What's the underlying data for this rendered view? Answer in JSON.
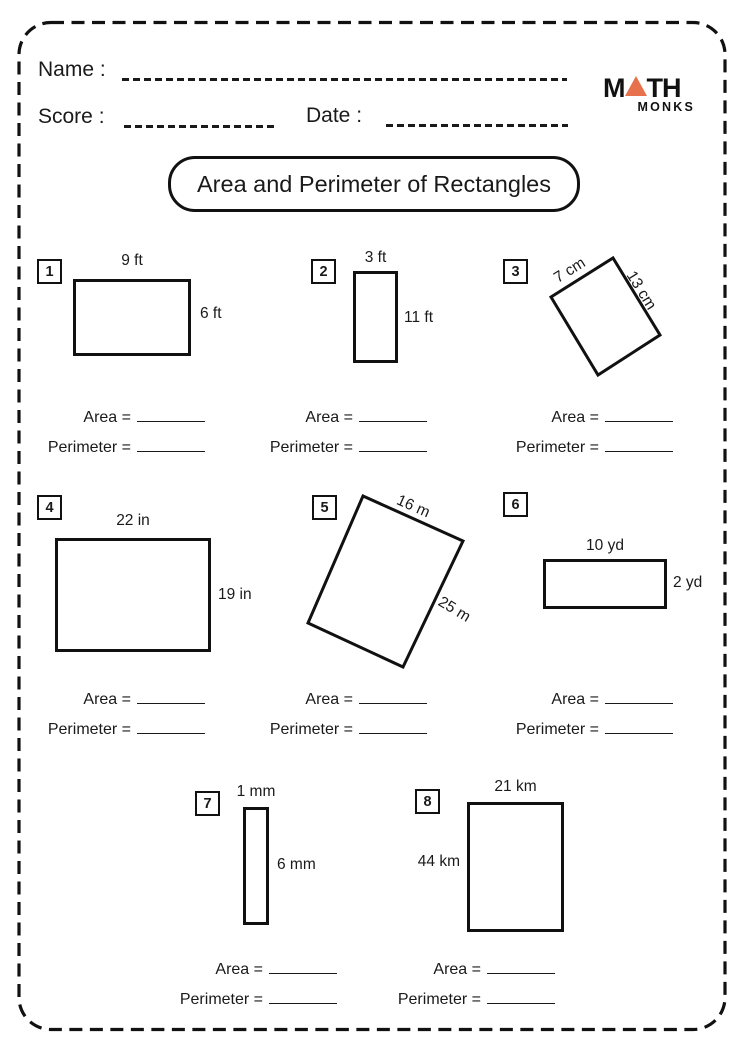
{
  "header": {
    "name_label": "Name :",
    "score_label": "Score :",
    "date_label": "Date :"
  },
  "logo": {
    "word_top_left": "M",
    "word_top_right": "TH",
    "word_bottom": "MONKS"
  },
  "title": "Area and Perimeter of Rectangles",
  "answers": {
    "area_label": "Area =",
    "perimeter_label": "Perimeter ="
  },
  "problems": [
    {
      "number": "1",
      "top_label": "9 ft",
      "side_label": "6 ft"
    },
    {
      "number": "2",
      "top_label": "3 ft",
      "side_label": "11 ft"
    },
    {
      "number": "3",
      "top_label": "7 cm",
      "side_label": "13 cm"
    },
    {
      "number": "4",
      "top_label": "22 in",
      "side_label": "19 in"
    },
    {
      "number": "5",
      "top_label": "16 m",
      "side_label": "25 m"
    },
    {
      "number": "6",
      "top_label": "10 yd",
      "side_label": "2 yd"
    },
    {
      "number": "7",
      "top_label": "1 mm",
      "side_label": "6 mm"
    },
    {
      "number": "8",
      "top_label": "21 km",
      "side_label": "44 km"
    }
  ],
  "colors": {
    "ink": "#1a1a1a",
    "paper": "#ffffff",
    "accent": "#E8714D"
  }
}
